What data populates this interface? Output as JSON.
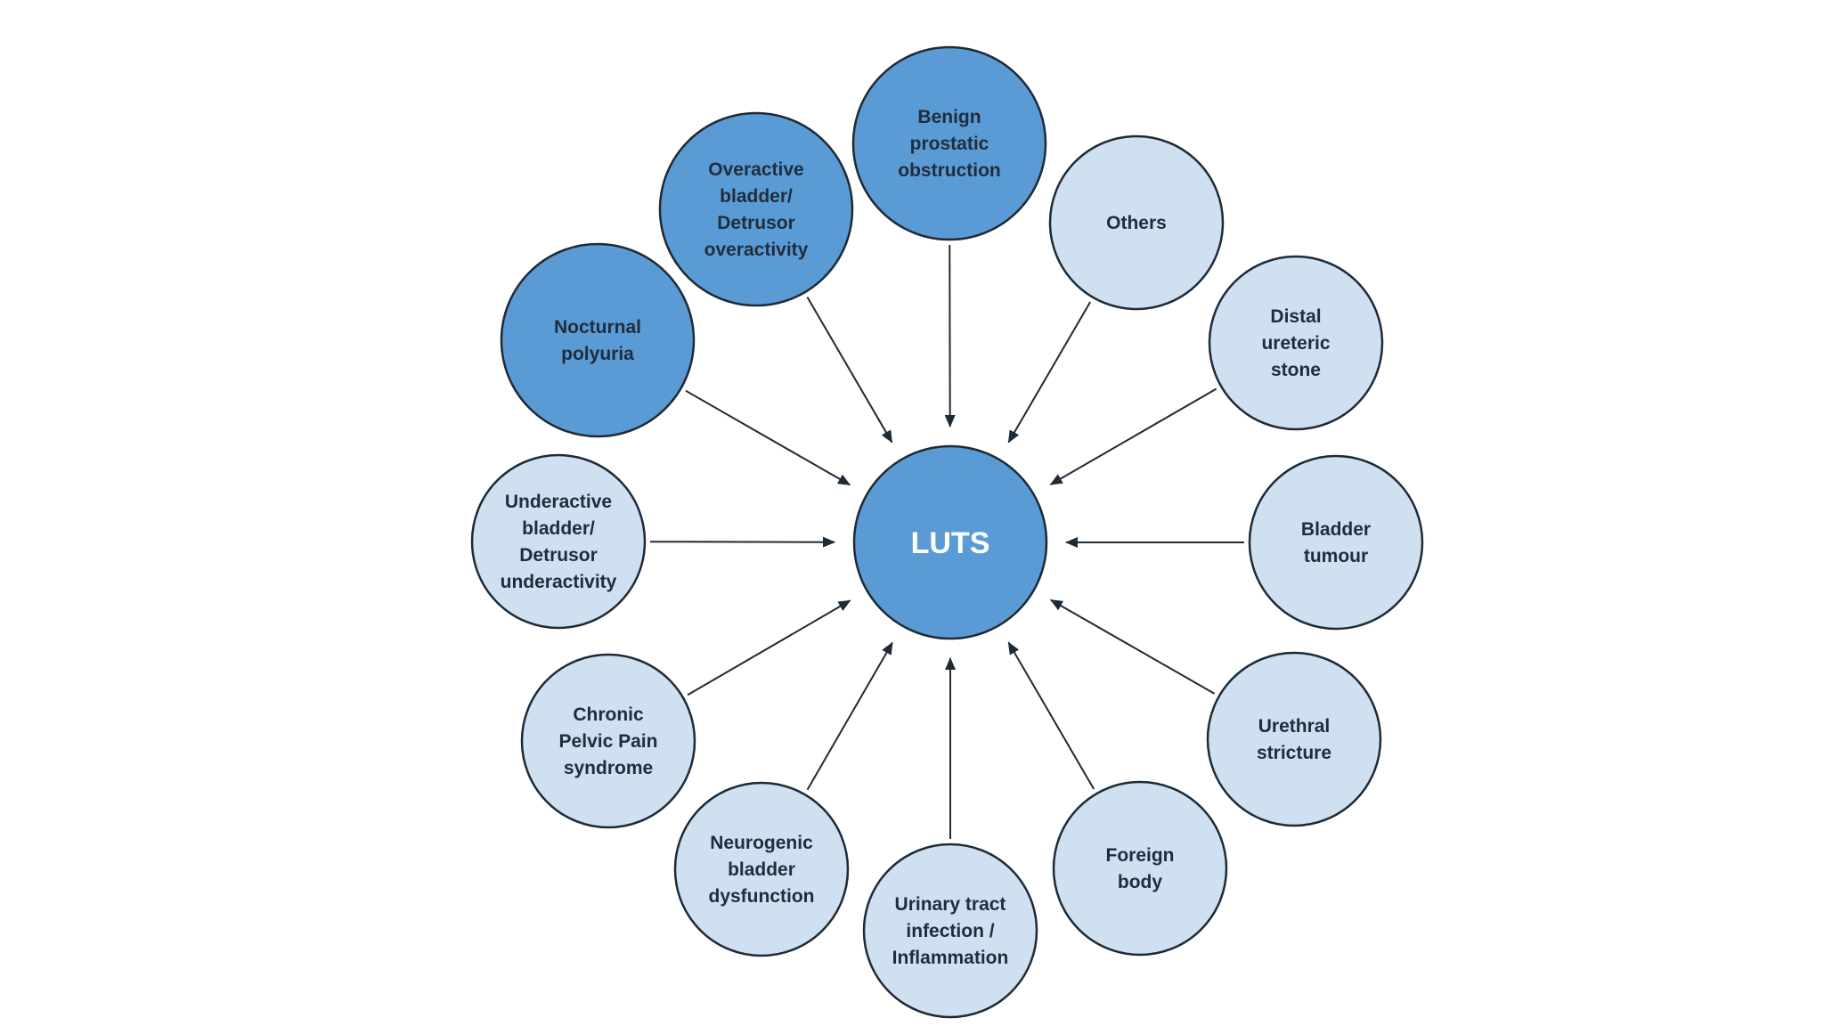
{
  "colors": {
    "dark_node": "#5b9bd5",
    "light_node": "#cfe0f0",
    "stroke": "#1e2a36",
    "arrow": "#1e2a36"
  },
  "center": {
    "label": "LUTS"
  },
  "nodes": [
    {
      "id": "benign-prostatic-obstruction",
      "lines": [
        "Benign",
        "prostatic",
        "obstruction"
      ],
      "style": "dark"
    },
    {
      "id": "others",
      "lines": [
        "Others"
      ],
      "style": "light"
    },
    {
      "id": "distal-ureteric-stone",
      "lines": [
        "Distal",
        "ureteric",
        "stone"
      ],
      "style": "light"
    },
    {
      "id": "bladder-tumour",
      "lines": [
        "Bladder",
        "tumour"
      ],
      "style": "light"
    },
    {
      "id": "urethral-stricture",
      "lines": [
        "Urethral",
        "stricture"
      ],
      "style": "light"
    },
    {
      "id": "foreign-body",
      "lines": [
        "Foreign",
        "body"
      ],
      "style": "light"
    },
    {
      "id": "urinary-tract-infection",
      "lines": [
        "Urinary tract",
        "infection /",
        "Inflammation"
      ],
      "style": "light"
    },
    {
      "id": "neurogenic-bladder-dysfunction",
      "lines": [
        "Neurogenic",
        "bladder",
        "dysfunction"
      ],
      "style": "light"
    },
    {
      "id": "chronic-pelvic-pain-syndrome",
      "lines": [
        "Chronic",
        "Pelvic Pain",
        "syndrome"
      ],
      "style": "light"
    },
    {
      "id": "underactive-bladder",
      "lines": [
        "Underactive",
        "bladder/",
        "Detrusor",
        "underactivity"
      ],
      "style": "light"
    },
    {
      "id": "nocturnal-polyuria",
      "lines": [
        "Nocturnal",
        "polyuria"
      ],
      "style": "dark"
    },
    {
      "id": "overactive-bladder",
      "lines": [
        "Overactive",
        "bladder/",
        "Detrusor",
        "overactivity"
      ],
      "style": "dark"
    }
  ]
}
